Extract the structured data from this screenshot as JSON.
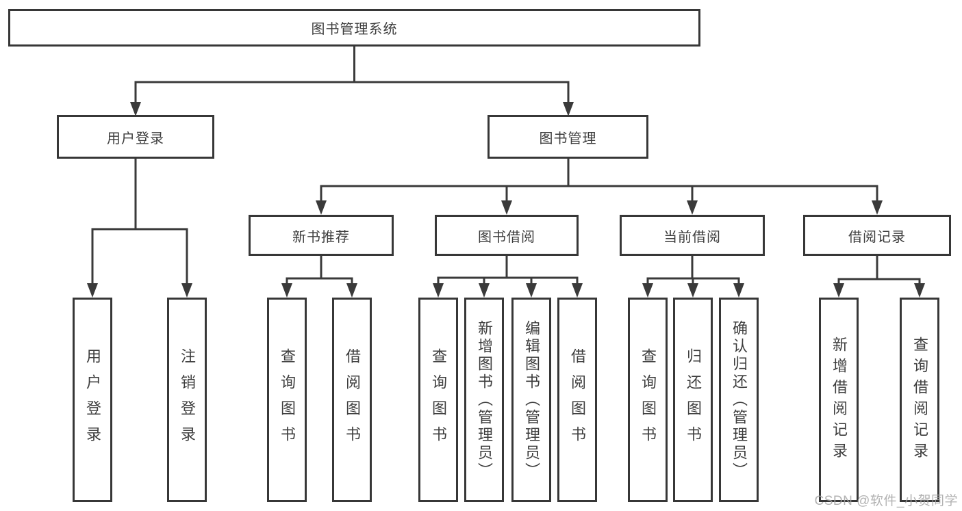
{
  "diagram_type": "hierarchy-tree",
  "colors": {
    "line": "#3a3a3a",
    "box_border": "#373737",
    "text": "#3d3d3d",
    "background": "#ffffff",
    "watermark": "#a5a5a5"
  },
  "hierarchy": {
    "label": "图书管理系统",
    "children": [
      {
        "label": "用户登录",
        "children": [
          {
            "label": "用户登录"
          },
          {
            "label": "注销登录"
          }
        ]
      },
      {
        "label": "图书管理",
        "children": [
          {
            "label": "新书推荐",
            "children": [
              {
                "label": "查询图书"
              },
              {
                "label": "借阅图书"
              }
            ]
          },
          {
            "label": "图书借阅",
            "children": [
              {
                "label": "查询图书"
              },
              {
                "label": "新增图书（管理员）"
              },
              {
                "label": "编辑图书（管理员）"
              },
              {
                "label": "借阅图书"
              }
            ]
          },
          {
            "label": "当前借阅",
            "children": [
              {
                "label": "查询图书"
              },
              {
                "label": "归还图书"
              },
              {
                "label": "确认归还（管理员）"
              }
            ]
          },
          {
            "label": "借阅记录",
            "children": [
              {
                "label": "新增借阅记录"
              },
              {
                "label": "查询借阅记录"
              }
            ]
          }
        ]
      }
    ]
  },
  "watermark": {
    "text": "CSDN @软件_小贺同学"
  }
}
